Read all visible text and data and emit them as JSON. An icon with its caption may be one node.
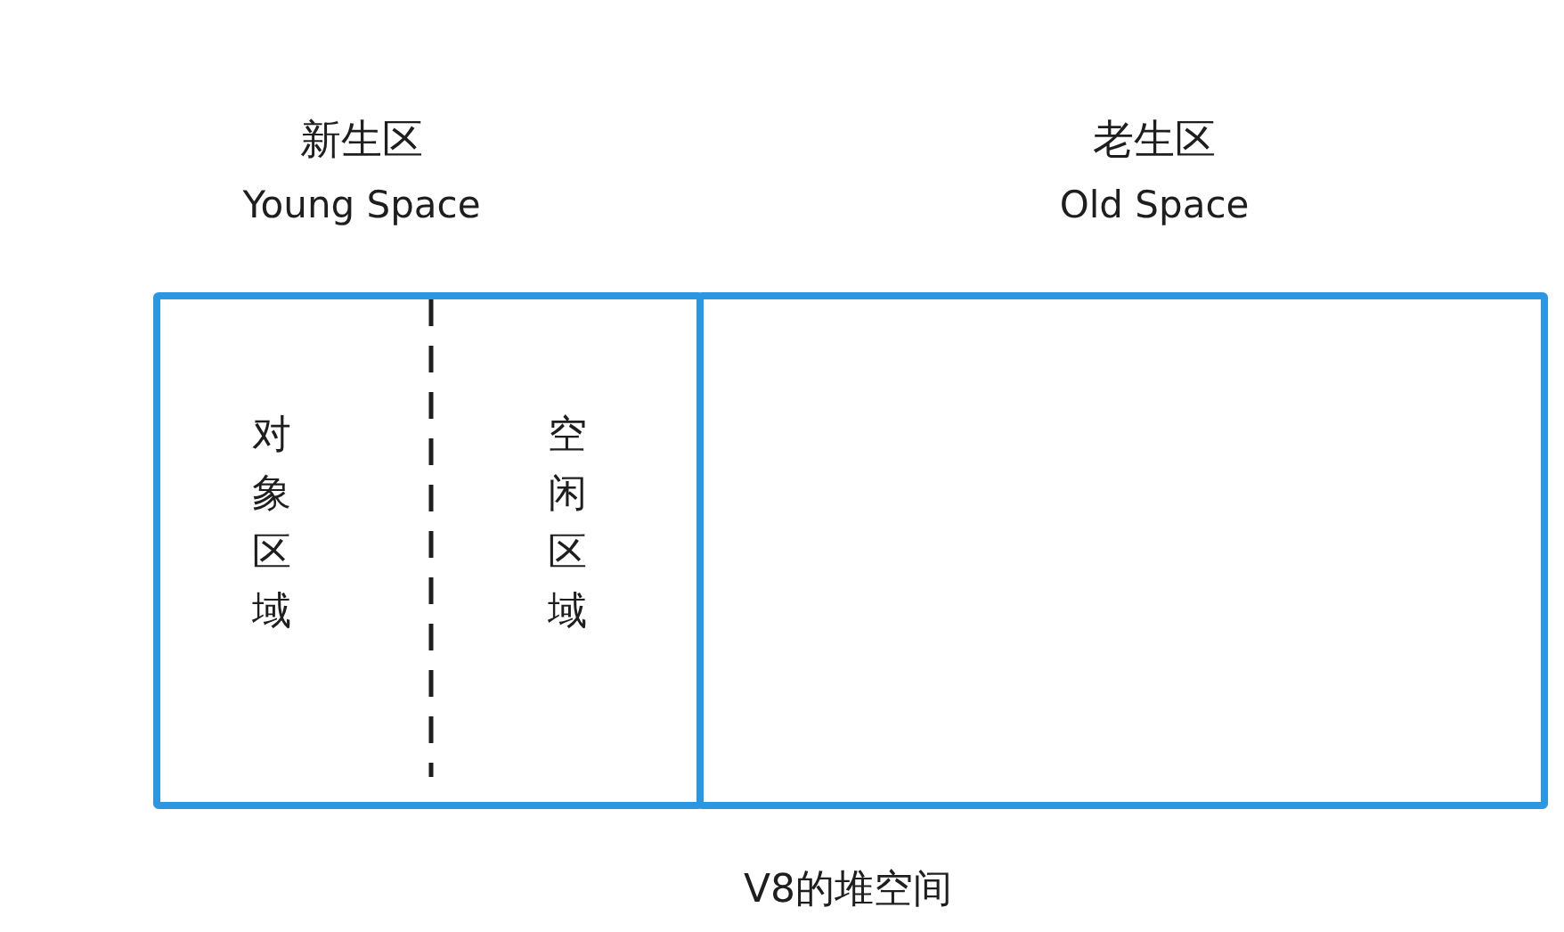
{
  "diagram": {
    "caption": "V8的堆空间",
    "nodes": [
      {
        "text": [
          "新生区",
          "Young Space"
        ]
      },
      {
        "text": [
          "对象区域"
        ],
        "in": 0
      },
      {
        "text": [
          "空闲区域"
        ],
        "in": 0
      },
      {
        "text": [
          "老生区",
          "Old Space"
        ]
      }
    ]
  }
}
